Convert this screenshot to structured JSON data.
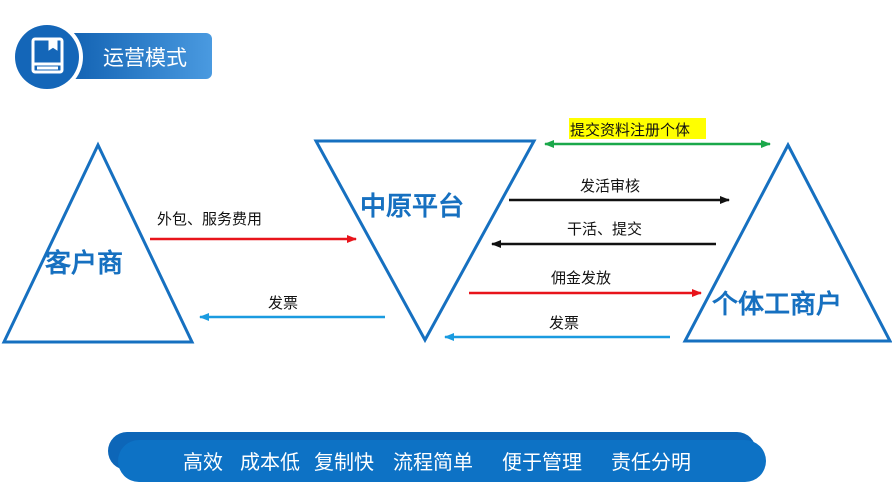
{
  "header": {
    "title": "运营模式",
    "icon": "book-icon"
  },
  "nodes": {
    "customer": "客户商",
    "platform": "中原平台",
    "individual": "个体工商户"
  },
  "arrows": {
    "outsourcing_fee": "外包、服务费用",
    "invoice_left": "发票",
    "register": "提交资料注册个体",
    "dispatch_review": "发活审核",
    "work_submit": "干活、提交",
    "commission": "佣金发放",
    "invoice_right": "发票"
  },
  "banner": {
    "items": [
      "高效",
      "成本低",
      "复制快",
      "流程简单",
      "便于管理",
      "责任分明"
    ]
  },
  "colors": {
    "blue": "#1670c0",
    "red": "#e8141b",
    "green": "#1aa84a",
    "cyan": "#1a9be0",
    "highlight": "#ffff00"
  }
}
